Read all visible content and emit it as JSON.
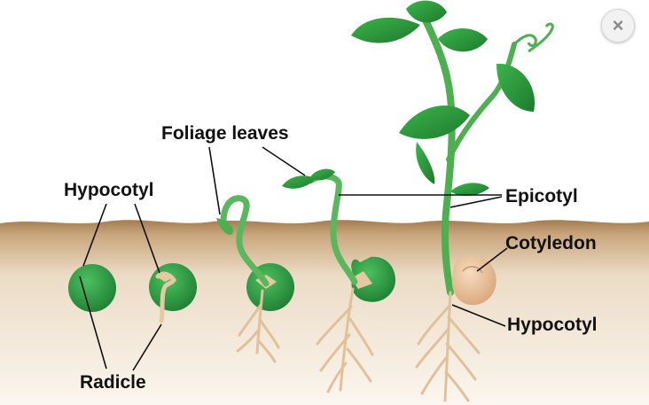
{
  "labels": {
    "foliage_leaves": "Foliage leaves",
    "hypocotyl_left": "Hypocotyl",
    "radicle": "Radicle",
    "epicotyl": "Epicotyl",
    "cotyledon": "Cotyledon",
    "hypocotyl_right": "Hypocotyl"
  },
  "controls": {
    "close_glyph": "×",
    "close_icon": "close-icon"
  },
  "colors": {
    "soil_top": "#d9c2a4",
    "soil_band": "#b08a5e",
    "seed_green": "#2f9e44",
    "stem_green": "#4caf50",
    "root": "#e6c9a3",
    "cotyledon": "#e9c39a"
  }
}
